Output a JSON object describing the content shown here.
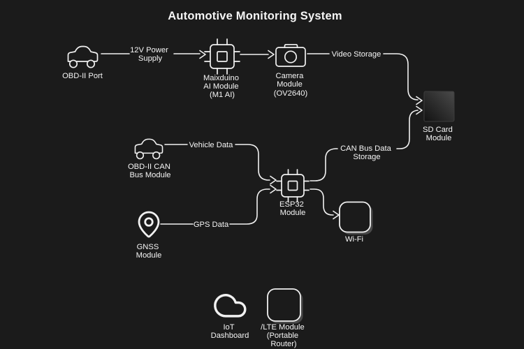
{
  "title": "Automotive Monitoring System",
  "theme": {
    "background": "#1b1b1b",
    "stroke": "#f1f1f1",
    "text": "#f5f5f5",
    "shadow": "#4a4a4a",
    "sd_gradient_top": "#4a4a4a",
    "sd_gradient_bottom": "#121212"
  },
  "nodes": {
    "obd_port": {
      "icon": "car-icon",
      "label_lines": [
        "OBD-II Port"
      ]
    },
    "maixduino": {
      "icon": "chip-icon",
      "label_lines": [
        "Maixduino",
        "AI Module",
        "(M1 AI)"
      ]
    },
    "camera": {
      "icon": "camera-icon",
      "label_lines": [
        "Camera",
        "Module",
        "(OV2640)"
      ]
    },
    "sd_card": {
      "icon": "sd-card-icon",
      "label_lines": [
        "SD Card",
        "Module"
      ]
    },
    "obd_can": {
      "icon": "car-icon",
      "label_lines": [
        "OBD-II CAN",
        "Bus Module"
      ]
    },
    "esp32": {
      "icon": "chip-icon",
      "label_lines": [
        "ESP32",
        "Module"
      ]
    },
    "wifi": {
      "icon": "rounded-square-icon",
      "label_lines": [
        "Wi-Fi"
      ]
    },
    "gnss": {
      "icon": "map-pin-icon",
      "label_lines": [
        "GNSS",
        "Module"
      ]
    },
    "iot_dashboard": {
      "icon": "cloud-icon",
      "label_lines": [
        "IoT",
        "Dashboard"
      ]
    },
    "lte_module": {
      "icon": "rounded-square-icon",
      "label_lines": [
        "/LTE Module",
        "(Portable",
        "Router)"
      ]
    }
  },
  "edges": {
    "power": {
      "from": "obd_port",
      "to": "maixduino",
      "label_lines": [
        "12V Power",
        "Supply"
      ]
    },
    "maix_to_camera": {
      "from": "maixduino",
      "to": "camera",
      "label_lines": []
    },
    "video": {
      "from": "camera",
      "to": "sd_card",
      "label_lines": [
        "Video Storage"
      ]
    },
    "vehicle": {
      "from": "obd_can",
      "to": "esp32",
      "label_lines": [
        "Vehicle Data"
      ]
    },
    "gps": {
      "from": "gnss",
      "to": "esp32",
      "label_lines": [
        "GPS Data"
      ]
    },
    "can": {
      "from": "esp32",
      "to": "sd_card",
      "label_lines": [
        "CAN Bus Data",
        "Storage"
      ]
    },
    "wifi_link": {
      "from": "esp32",
      "to": "wifi",
      "label_lines": []
    }
  }
}
